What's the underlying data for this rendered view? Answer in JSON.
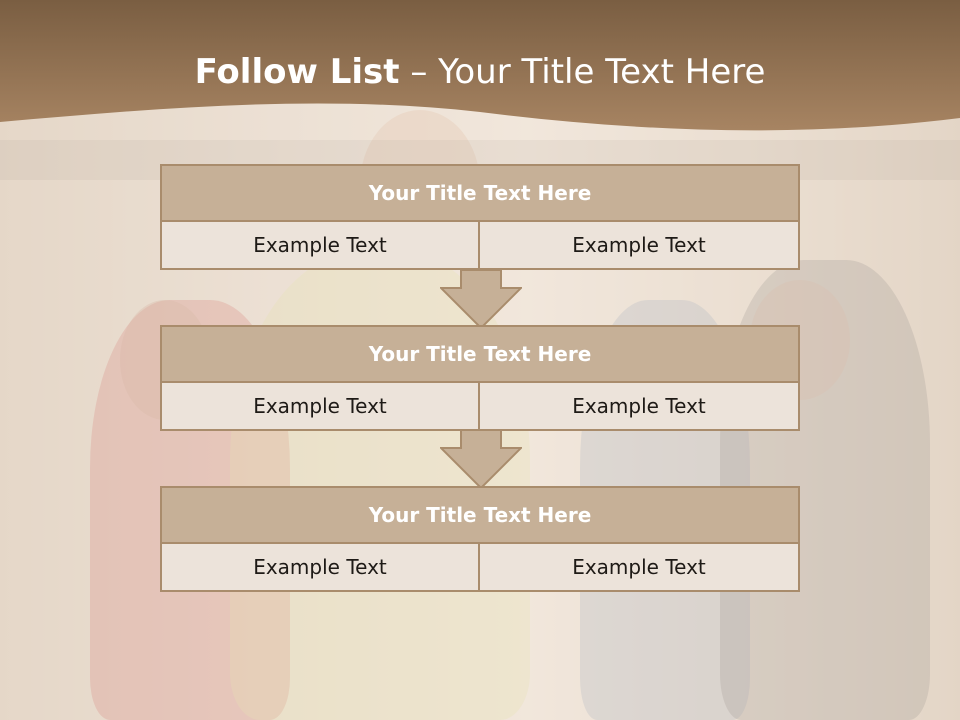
{
  "slide": {
    "title_bold": "Follow List",
    "title_rest": " – Your Title Text Here"
  },
  "groups": [
    {
      "title": "Your Title Text Here",
      "left": "Example Text",
      "right": "Example Text"
    },
    {
      "title": "Your Title Text Here",
      "left": "Example Text",
      "right": "Example Text"
    },
    {
      "title": "Your Title Text Here",
      "left": "Example Text",
      "right": "Example Text"
    }
  ],
  "colors": {
    "header_brown": "#8c6d4f",
    "box_title_fill": "#c6b097",
    "box_border": "#a98c6c",
    "cell_fill": "#ece3da"
  }
}
